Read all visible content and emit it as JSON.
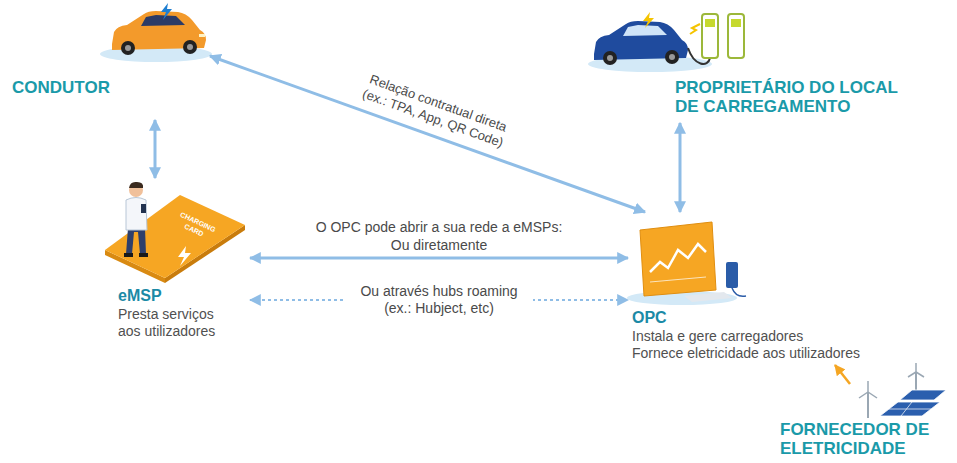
{
  "diagram": {
    "nodes": [
      {
        "text": [
          "CONDUTOR"
        ]
      },
      {
        "text": [
          "PROPRIETÁRIO DO LOCAL DE CARREGAMENTO"
        ]
      },
      {
        "text": [
          "eMSP",
          "Presta serviços aos utilizadores"
        ]
      },
      {
        "text": [
          "OPC",
          "Instala e gere carregadores",
          "Fornece eletricidade aos utilizadores"
        ]
      },
      {
        "text": [
          "FORNECEDOR DE ELETRICIDADE"
        ]
      }
    ],
    "edges": [
      {
        "from": 0,
        "to": 2,
        "arrow": "both"
      },
      {
        "from": 0,
        "to": 3,
        "label": "Relação contratual direta (ex.: TPA, App, QR Code)",
        "arrow": "both"
      },
      {
        "from": 2,
        "to": 3,
        "label": "O OPC pode abrir a sua rede a eMSPs: Ou diretamente",
        "arrow": "both"
      },
      {
        "from": 2,
        "to": 3,
        "label": "Ou através hubs roaming (ex.: Hubject, etc)",
        "arrow": "both"
      },
      {
        "from": 1,
        "to": 3,
        "arrow": "both"
      },
      {
        "from": 4,
        "to": 3,
        "arrow": "to"
      }
    ],
    "labels": [
      "CHARGING CARD"
    ]
  }
}
